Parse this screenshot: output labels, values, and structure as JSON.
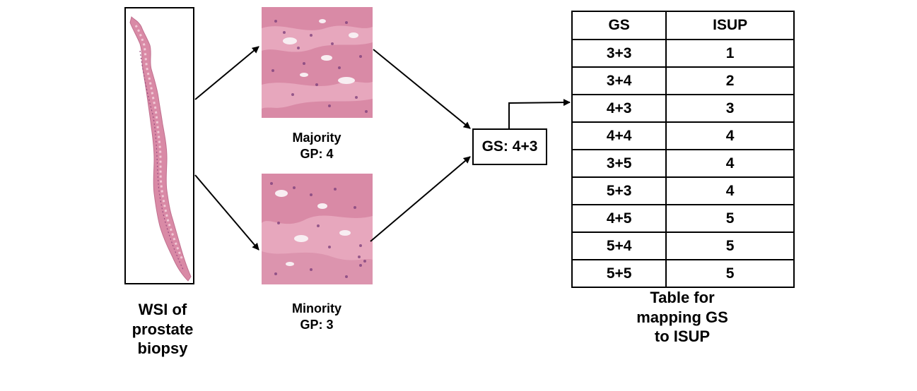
{
  "wsi": {
    "caption_lines": [
      "WSI of",
      "prostate",
      "biopsy"
    ]
  },
  "majority": {
    "caption_lines": [
      "Majority",
      "GP: 4"
    ]
  },
  "minority": {
    "caption_lines": [
      "Minority",
      "GP: 3"
    ]
  },
  "gs_result": {
    "label": "GS: 4+3"
  },
  "mapping_table": {
    "headers": [
      "GS",
      "ISUP"
    ],
    "rows": [
      [
        "3+3",
        "1"
      ],
      [
        "3+4",
        "2"
      ],
      [
        "4+3",
        "3"
      ],
      [
        "4+4",
        "4"
      ],
      [
        "3+5",
        "4"
      ],
      [
        "5+3",
        "4"
      ],
      [
        "4+5",
        "5"
      ],
      [
        "5+4",
        "5"
      ],
      [
        "5+5",
        "5"
      ]
    ],
    "caption_lines": [
      "Table for",
      "mapping GS",
      "to ISUP"
    ]
  },
  "colors": {
    "tissue_pink": "#d98aa6",
    "tissue_light": "#f1c9d6",
    "nuclei": "#7a3d7a",
    "stroma": "#e7a7bd"
  }
}
